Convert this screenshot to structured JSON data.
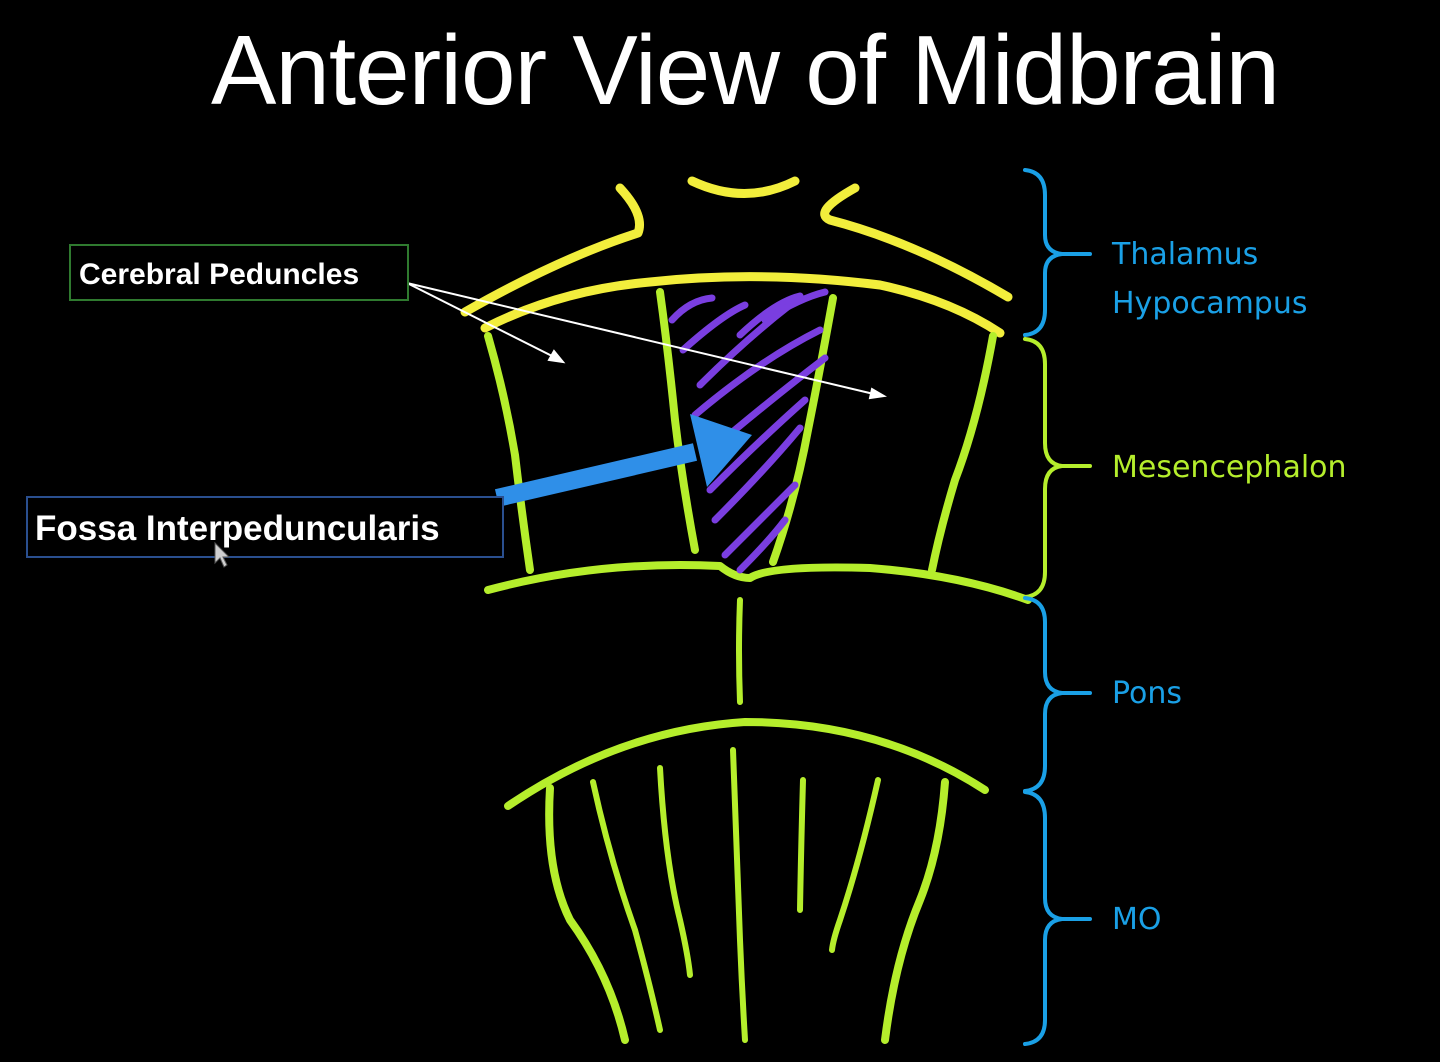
{
  "title": "Anterior View of Midbrain",
  "callouts": {
    "cerebral_peduncles": "Cerebral Peduncles",
    "fossa_interpeduncularis": "Fossa Interpeduncularis"
  },
  "regions": {
    "thalamus": "Thalamus",
    "hypocampus": "Hypocampus",
    "mesencephalon": "Mesencephalon",
    "pons": "Pons",
    "mo": "MO"
  },
  "colors": {
    "background": "#000000",
    "thalamus_outline": "#f2ee3c",
    "brainstem_outline": "#b5ee2c",
    "fossa_hatch": "#7a3ee0",
    "blue_brace": "#1aa0e6",
    "green_brace": "#b5ee2c",
    "arrow_blue": "#2f8fe8",
    "callout_border_green": "#2f7a2f",
    "callout_border_blue": "#2a4f8f"
  }
}
